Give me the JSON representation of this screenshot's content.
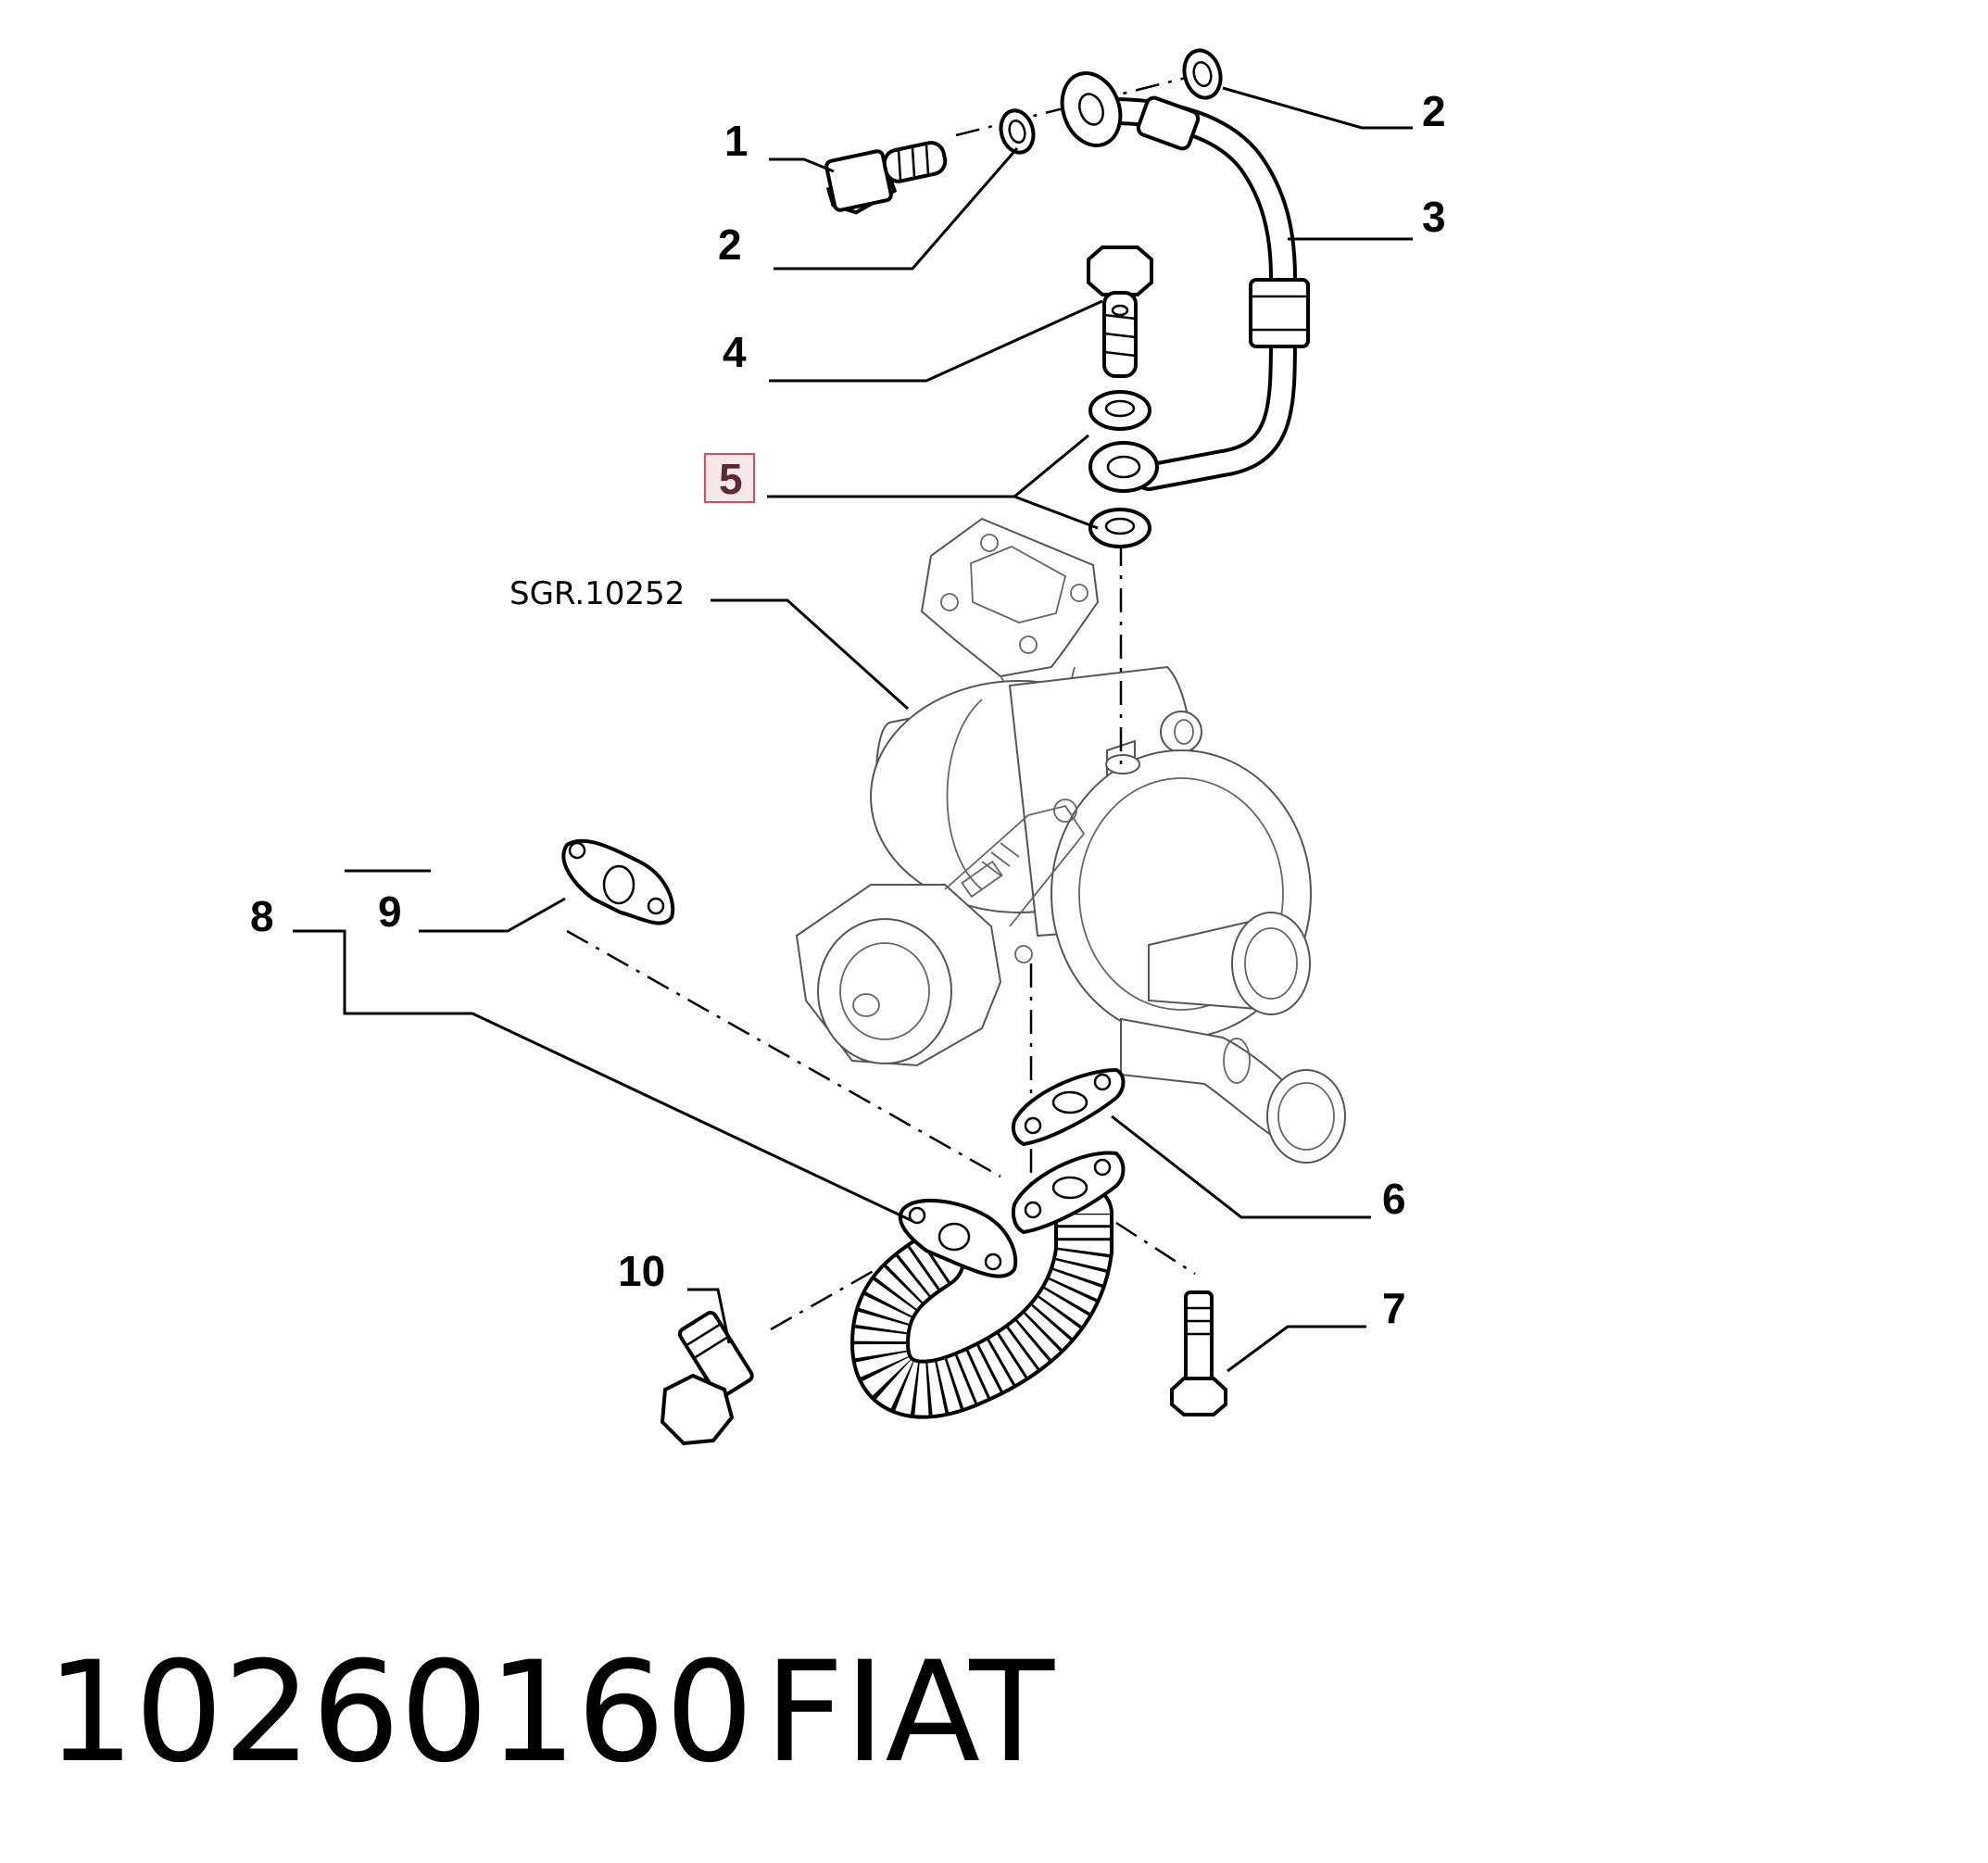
{
  "callouts": {
    "c1": "1",
    "c2a": "2",
    "c2b": "2",
    "c3": "3",
    "c4": "4",
    "c5": "5",
    "c6": "6",
    "c7": "7",
    "c8": "8",
    "c9": "9",
    "c10": "10"
  },
  "reference_label": "SGR.10252",
  "footer": {
    "part_number": "10260160",
    "brand": "FIAT"
  },
  "colors": {
    "highlight_fill": "#f6e7ea",
    "highlight_border": "#e04a5a",
    "highlight_text": "#5a2a35"
  }
}
